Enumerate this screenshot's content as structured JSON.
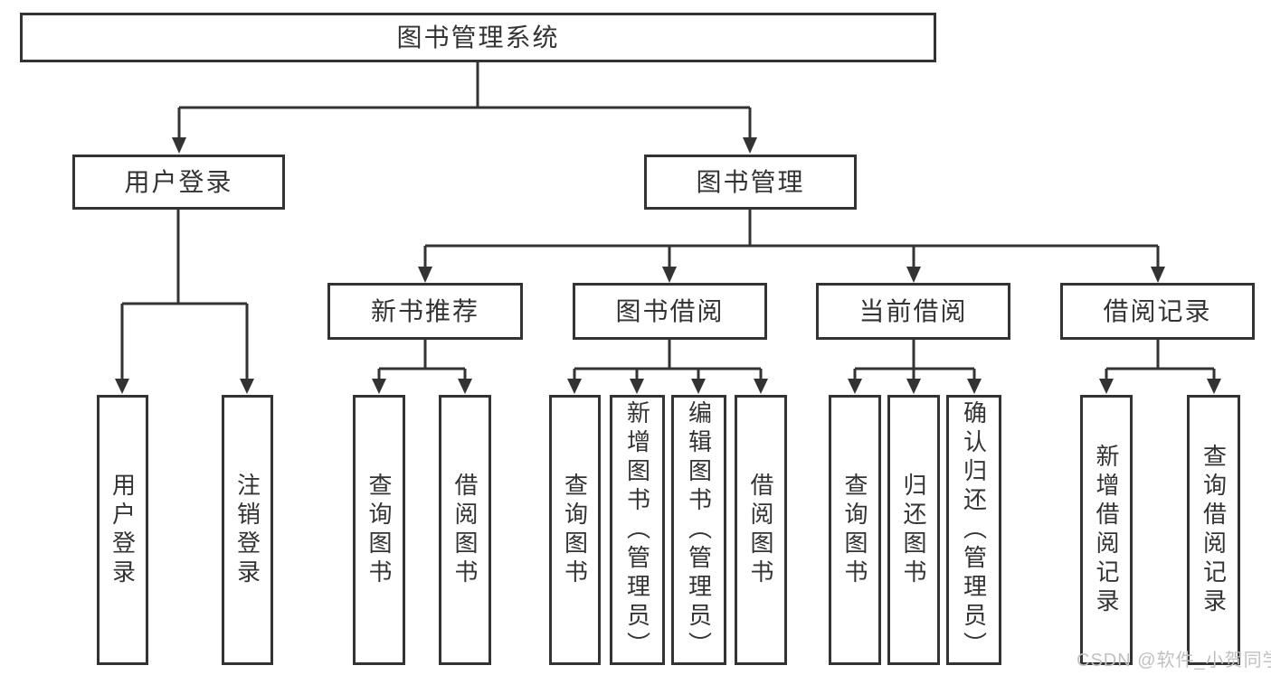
{
  "nodes": {
    "root": "图书管理系统",
    "user_login": {
      "label": "用户登录",
      "children": [
        "用户登录",
        "注销登录"
      ]
    },
    "book_mgmt": {
      "label": "图书管理"
    },
    "modules": [
      {
        "label": "新书推荐",
        "children": [
          "查询图书",
          "借阅图书"
        ]
      },
      {
        "label": "图书借阅",
        "children": [
          "查询图书",
          "新增图书（管理员）",
          "编辑图书（管理员）",
          "借阅图书"
        ]
      },
      {
        "label": "当前借阅",
        "children": [
          "查询图书",
          "归还图书",
          "确认归还（管理员）"
        ]
      },
      {
        "label": "借阅记录",
        "children": [
          "新增借阅记录",
          "查询借阅记录"
        ]
      }
    ]
  },
  "watermark": {
    "text": "CSDN @软件_小贺同学",
    "color": "#c0c0c0"
  },
  "colors": {
    "line": "#333333",
    "box_border": "#333333",
    "box_fill": "#ffffff",
    "text": "#333333",
    "background": "#ffffff"
  }
}
